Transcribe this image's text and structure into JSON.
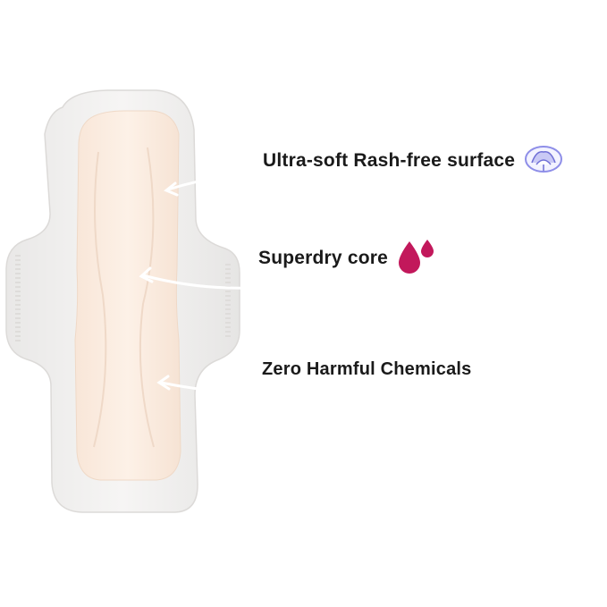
{
  "features": [
    {
      "label": "Ultra-soft Rash-free surface",
      "icon": "cotton-flower-icon",
      "icon_color": "#8e8ee8"
    },
    {
      "label": "Superdry core",
      "icon": "drops-icon",
      "icon_color": "#c2185b"
    },
    {
      "label": "Zero Harmful Chemicals"
    }
  ],
  "colors": {
    "background": "#ffffff",
    "pad_outer": "#f2f1f0",
    "pad_inner": "#fbede2",
    "text": "#1a1a1a"
  }
}
